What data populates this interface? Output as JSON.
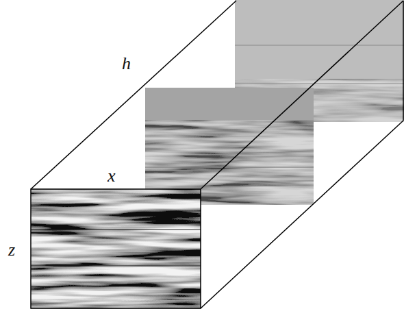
{
  "diagram": {
    "labels": [
      "h",
      "x",
      "z"
    ]
  }
}
